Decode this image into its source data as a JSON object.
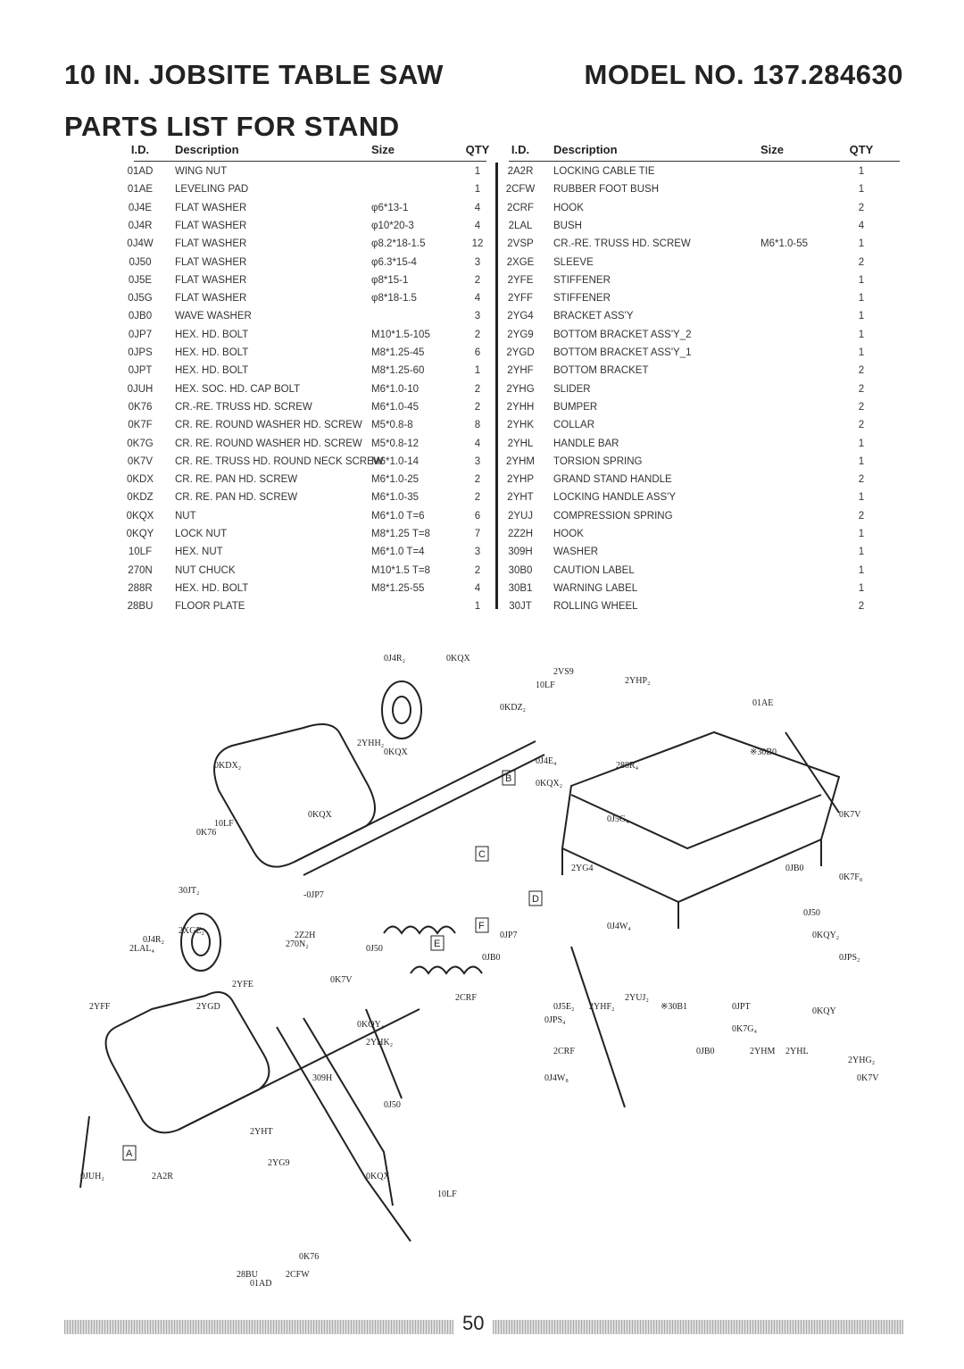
{
  "header": {
    "title_left": "10 IN. JOBSITE TABLE SAW",
    "title_right": "MODEL NO. 137.284630",
    "subtitle": "PARTS LIST FOR STAND"
  },
  "columns": {
    "id": "I.D.",
    "desc": "Description",
    "size": "Size",
    "qty": "QTY"
  },
  "left_parts": [
    {
      "id": "01AD",
      "desc": "WING NUT",
      "size": "",
      "qty": "1"
    },
    {
      "id": "01AE",
      "desc": "LEVELING PAD",
      "size": "",
      "qty": "1"
    },
    {
      "id": "0J4E",
      "desc": "FLAT WASHER",
      "size": "φ6*13-1",
      "qty": "4"
    },
    {
      "id": "0J4R",
      "desc": "FLAT WASHER",
      "size": "φ10*20-3",
      "qty": "4"
    },
    {
      "id": "0J4W",
      "desc": "FLAT WASHER",
      "size": "φ8.2*18-1.5",
      "qty": "12"
    },
    {
      "id": "0J50",
      "desc": "FLAT WASHER",
      "size": "φ6.3*15-4",
      "qty": "3"
    },
    {
      "id": "0J5E",
      "desc": "FLAT WASHER",
      "size": "φ8*15-1",
      "qty": "2"
    },
    {
      "id": "0J5G",
      "desc": "FLAT WASHER",
      "size": "φ8*18-1.5",
      "qty": "4"
    },
    {
      "id": "0JB0",
      "desc": "WAVE WASHER",
      "size": "",
      "qty": "3"
    },
    {
      "id": "0JP7",
      "desc": "HEX. HD. BOLT",
      "size": "M10*1.5-105",
      "qty": "2"
    },
    {
      "id": "0JPS",
      "desc": "HEX. HD. BOLT",
      "size": "M8*1.25-45",
      "qty": "6"
    },
    {
      "id": "0JPT",
      "desc": "HEX. HD. BOLT",
      "size": "M8*1.25-60",
      "qty": "1"
    },
    {
      "id": "0JUH",
      "desc": "HEX. SOC. HD. CAP BOLT",
      "size": "M6*1.0-10",
      "qty": "2"
    },
    {
      "id": "0K76",
      "desc": "CR.-RE. TRUSS HD. SCREW",
      "size": "M6*1.0-45",
      "qty": "2"
    },
    {
      "id": "0K7F",
      "desc": "CR. RE. ROUND WASHER HD. SCREW",
      "size": "M5*0.8-8",
      "qty": "8"
    },
    {
      "id": "0K7G",
      "desc": "CR. RE. ROUND WASHER HD. SCREW",
      "size": "M5*0.8-12",
      "qty": "4"
    },
    {
      "id": "0K7V",
      "desc": "CR. RE. TRUSS HD. ROUND NECK SCREW",
      "size": "M6*1.0-14",
      "qty": "3"
    },
    {
      "id": "0KDX",
      "desc": "CR. RE. PAN HD. SCREW",
      "size": "M6*1.0-25",
      "qty": "2"
    },
    {
      "id": "0KDZ",
      "desc": "CR. RE. PAN HD. SCREW",
      "size": "M6*1.0-35",
      "qty": "2"
    },
    {
      "id": "0KQX",
      "desc": "NUT",
      "size": "M6*1.0 T=6",
      "qty": "6"
    },
    {
      "id": "0KQY",
      "desc": "LOCK NUT",
      "size": "M8*1.25 T=8",
      "qty": "7"
    },
    {
      "id": "10LF",
      "desc": "HEX. NUT",
      "size": "M6*1.0 T=4",
      "qty": "3"
    },
    {
      "id": "270N",
      "desc": "NUT CHUCK",
      "size": "M10*1.5 T=8",
      "qty": "2"
    },
    {
      "id": "288R",
      "desc": "HEX. HD. BOLT",
      "size": "M8*1.25-55",
      "qty": "4"
    },
    {
      "id": "28BU",
      "desc": "FLOOR PLATE",
      "size": "",
      "qty": "1"
    }
  ],
  "right_parts": [
    {
      "id": "2A2R",
      "desc": "LOCKING CABLE TIE",
      "size": "",
      "qty": "1"
    },
    {
      "id": "2CFW",
      "desc": "RUBBER FOOT BUSH",
      "size": "",
      "qty": "1"
    },
    {
      "id": "2CRF",
      "desc": "HOOK",
      "size": "",
      "qty": "2"
    },
    {
      "id": "2LAL",
      "desc": "BUSH",
      "size": "",
      "qty": "4"
    },
    {
      "id": "2VSP",
      "desc": "CR.-RE. TRUSS HD. SCREW",
      "size": "M6*1.0-55",
      "qty": "1"
    },
    {
      "id": "2XGE",
      "desc": "SLEEVE",
      "size": "",
      "qty": "2"
    },
    {
      "id": "2YFE",
      "desc": "STIFFENER",
      "size": "",
      "qty": "1"
    },
    {
      "id": "2YFF",
      "desc": "STIFFENER",
      "size": "",
      "qty": "1"
    },
    {
      "id": "2YG4",
      "desc": "BRACKET ASS'Y",
      "size": "",
      "qty": "1"
    },
    {
      "id": "2YG9",
      "desc": "BOTTOM BRACKET ASS'Y_2",
      "size": "",
      "qty": "1"
    },
    {
      "id": "2YGD",
      "desc": "BOTTOM BRACKET ASS'Y_1",
      "size": "",
      "qty": "1"
    },
    {
      "id": "2YHF",
      "desc": "BOTTOM BRACKET",
      "size": "",
      "qty": "2"
    },
    {
      "id": "2YHG",
      "desc": "SLIDER",
      "size": "",
      "qty": "2"
    },
    {
      "id": "2YHH",
      "desc": "BUMPER",
      "size": "",
      "qty": "2"
    },
    {
      "id": "2YHK",
      "desc": "COLLAR",
      "size": "",
      "qty": "2"
    },
    {
      "id": "2YHL",
      "desc": "HANDLE BAR",
      "size": "",
      "qty": "1"
    },
    {
      "id": "2YHM",
      "desc": "TORSION SPRING",
      "size": "",
      "qty": "1"
    },
    {
      "id": "2YHP",
      "desc": "GRAND STAND HANDLE",
      "size": "",
      "qty": "2"
    },
    {
      "id": "2YHT",
      "desc": "LOCKING HANDLE ASS'Y",
      "size": "",
      "qty": "1"
    },
    {
      "id": "2YUJ",
      "desc": "COMPRESSION SPRING",
      "size": "",
      "qty": "2"
    },
    {
      "id": "2Z2H",
      "desc": "HOOK",
      "size": "",
      "qty": "1"
    },
    {
      "id": "309H",
      "desc": "WASHER",
      "size": "",
      "qty": "1"
    },
    {
      "id": "30B0",
      "desc": "CAUTION LABEL",
      "size": "",
      "qty": "1"
    },
    {
      "id": "30B1",
      "desc": "WARNING LABEL",
      "size": "",
      "qty": "1"
    },
    {
      "id": "30JT",
      "desc": "ROLLING WHEEL",
      "size": "",
      "qty": "2"
    }
  ],
  "diagram_labels": [
    "0J4R₂",
    "0KQX",
    "2VS9",
    "10LF",
    "2YHP₂",
    "0KDZ₂",
    "2YHH₂",
    "0KQX",
    "0J4E₄",
    "288R₄",
    "※30B0",
    "0KDX₂",
    "0KQX",
    "0KQX₂",
    "0J5G₄",
    "0K7V",
    "10LF",
    "0K76",
    "2YG4",
    "0JB0",
    "0K7F₈",
    "30JT₂",
    "-0JP7",
    "0J50",
    "2Z2H",
    "2XGE₂",
    "0J4R₂",
    "0J50",
    "0JP7",
    "0J4W₄",
    "0KQY₂",
    "2LAL₄",
    "270N₂",
    "0JB0",
    "0JPS₂",
    "2YFE",
    "0K7V",
    "2CRF",
    "2YUJ₂",
    "0J5E₂",
    "2YHF₂",
    "※30B1",
    "0JPT",
    "0KQY",
    "0K7G₄",
    "2YFF",
    "2YGD",
    "0KQY₄",
    "2YHK₂",
    "0JPS₄",
    "2CRF",
    "0JB0",
    "2YHM",
    "2YHL",
    "2YHG₂",
    "309H",
    "0J4W₈",
    "0K7V",
    "0J50",
    "2YHT",
    "2YG9",
    "0JUH₂",
    "0KQX",
    "2A2R",
    "10LF",
    "0K76",
    "2CFW",
    "28BU",
    "01AD",
    "01AE"
  ],
  "callouts": [
    "A",
    "B",
    "C",
    "D",
    "E",
    "F"
  ],
  "page_number": "50"
}
